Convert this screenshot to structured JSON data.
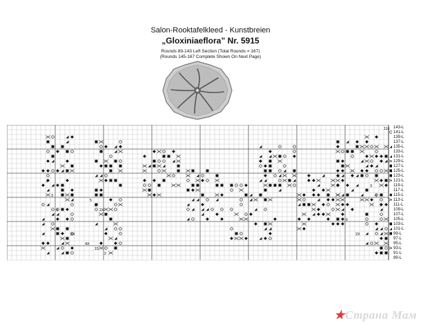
{
  "header": {
    "title": "Salon-Rooktafelkleed - Kunstbreien",
    "subtitle": "„Gloxiniaeflora” Nr. 5915",
    "note_line1": "Rounds 89-143 Left Section (Total Rounds = 167)",
    "note_line2": "(Rounds 145-167 Complete Shown  On Next Page)"
  },
  "chart": {
    "row_labels": [
      "143-L",
      "141-L",
      "139-L",
      "137-L",
      "135-L",
      "133-L",
      "131-L",
      "129-L",
      "127-L",
      "125-L",
      "123-L",
      "121-L",
      "119-L",
      "117-L",
      "115-L",
      "113-L",
      "111-L",
      "109-L",
      "107-L",
      "105-L",
      "103-L",
      "101-L",
      "99-L",
      "97-L",
      "95-L",
      "93-L",
      "91-L",
      "89-L"
    ],
    "repeat_label": "11x",
    "cell_marks": [
      "2",
      "3",
      "4",
      "5",
      "6",
      "2X",
      "3X",
      "4X",
      "15"
    ]
  },
  "watermark": {
    "text": "Страна Мам",
    "star": "★"
  }
}
